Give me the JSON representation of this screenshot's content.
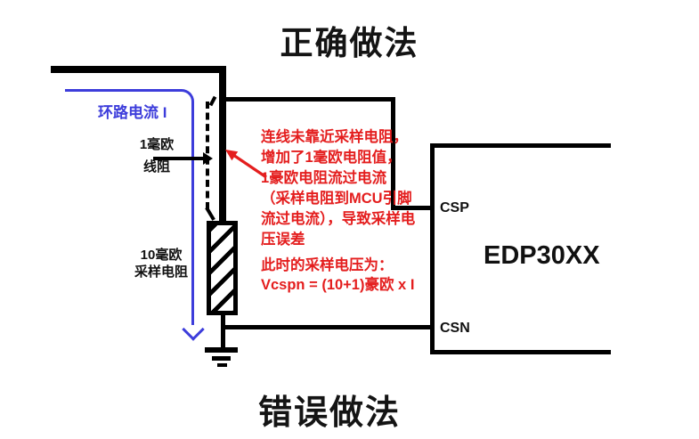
{
  "titles": {
    "top": "正确做法",
    "bottom": "错误做法"
  },
  "loop": {
    "label": "环路电流 I"
  },
  "wire_resistor_label": {
    "line1": "1毫欧",
    "line2": "线阻"
  },
  "sample_resistor_label": {
    "line1": "10毫欧",
    "line2": "采样电阻"
  },
  "chip": {
    "name": "EDP30XX",
    "pin_csp": "CSP",
    "pin_csn": "CSN"
  },
  "annotation": {
    "lines": [
      "连线未靠近采样电阻，",
      "增加了1毫欧电阻值，",
      "1豪欧电阻流过电流",
      "（采样电阻到MCU引脚",
      "流过电流），导致采样电",
      "压误差"
    ],
    "formula_intro": "此时的采样电压为：",
    "formula": "Vcspn = (10+1)豪欧 x I"
  },
  "colors": {
    "wire": "#000000",
    "loop_blue": "#3d3ddb",
    "annotation_red": "#e41e1e"
  }
}
